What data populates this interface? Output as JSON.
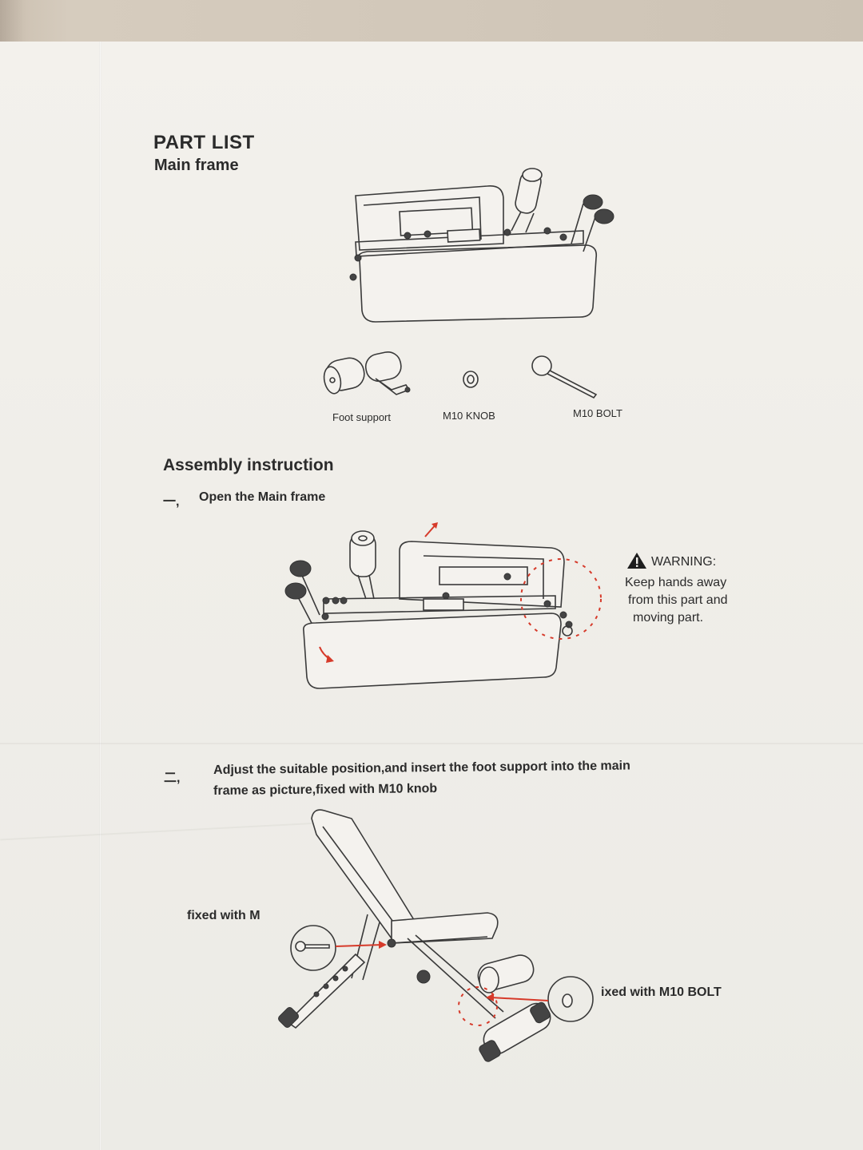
{
  "part_list": {
    "title": "PART LIST",
    "subtitle": "Main frame",
    "parts": [
      {
        "label": "Foot support",
        "icon": "foot-support-icon"
      },
      {
        "label": "M10 KNOB",
        "icon": "knob-icon"
      },
      {
        "label": "M10 BOLT",
        "icon": "bolt-icon"
      }
    ]
  },
  "assembly": {
    "title": "Assembly instruction",
    "steps": [
      {
        "marker": "一,",
        "text": "Open the Main frame"
      },
      {
        "marker": "二,",
        "line1": "Adjust the suitable position,and insert the foot support into the main",
        "line2": "frame as picture,fixed with M10 knob"
      }
    ],
    "warning": {
      "title": "WARNING:",
      "lines": [
        "Keep hands away",
        "from this part and",
        "moving part."
      ]
    },
    "callouts": {
      "left": "fixed with M",
      "right": "ixed with M10 BOLT"
    }
  },
  "colors": {
    "paper": "#f1efea",
    "ink": "#2b2b2b",
    "accent_red": "#d63a2a"
  }
}
